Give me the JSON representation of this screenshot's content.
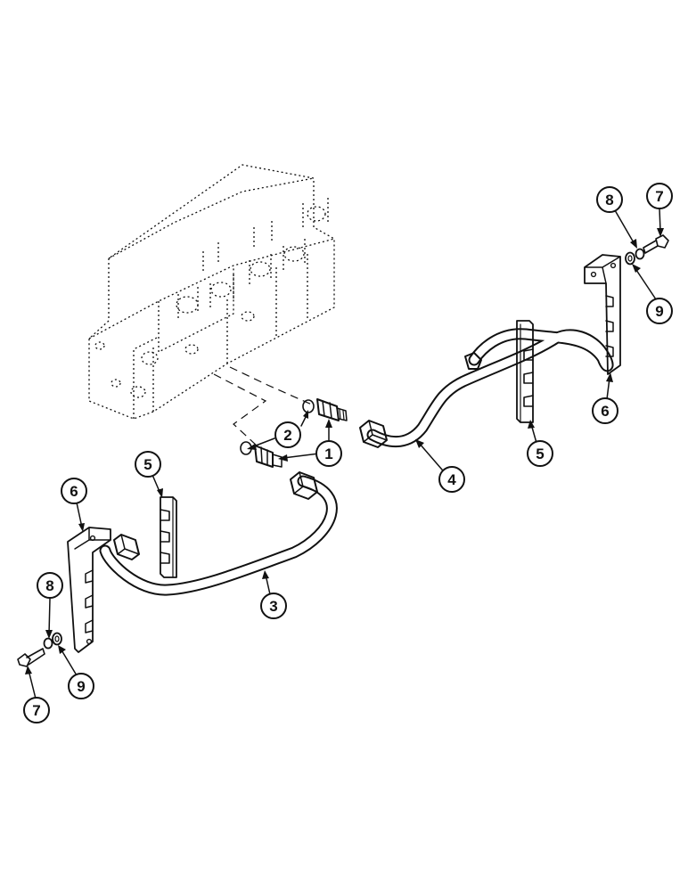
{
  "diagram": {
    "callouts": [
      {
        "id": "c1a",
        "label": "1"
      },
      {
        "id": "c2a",
        "label": "2"
      },
      {
        "id": "c3a",
        "label": "3"
      },
      {
        "id": "c4a",
        "label": "4"
      },
      {
        "id": "c5a",
        "label": "5"
      },
      {
        "id": "c5b",
        "label": "5"
      },
      {
        "id": "c6a",
        "label": "6"
      },
      {
        "id": "c6b",
        "label": "6"
      },
      {
        "id": "c7a",
        "label": "7"
      },
      {
        "id": "c7b",
        "label": "7"
      },
      {
        "id": "c8a",
        "label": "8"
      },
      {
        "id": "c8b",
        "label": "8"
      },
      {
        "id": "c9a",
        "label": "9"
      },
      {
        "id": "c9b",
        "label": "9"
      }
    ]
  }
}
